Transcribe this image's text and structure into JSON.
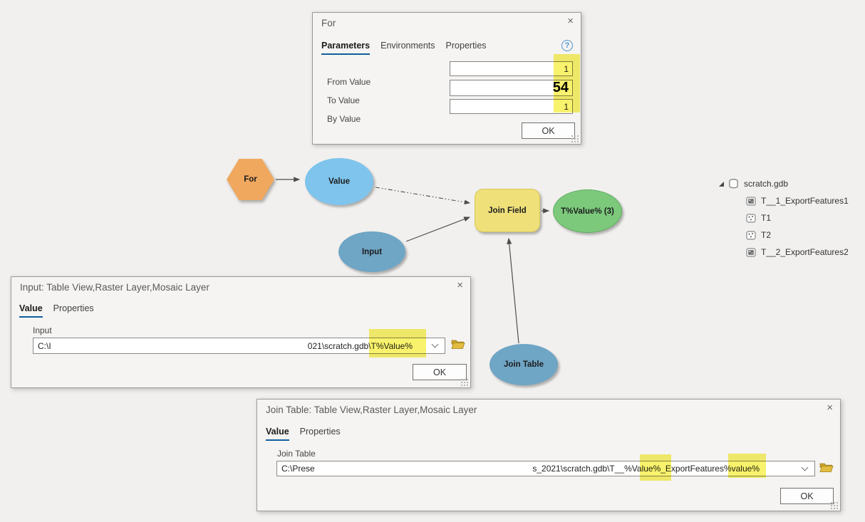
{
  "for_dialog": {
    "title": "For",
    "close_icon": "×",
    "help_icon": "?",
    "tabs": [
      "Parameters",
      "Environments",
      "Properties"
    ],
    "active_tab": "Parameters",
    "fields": [
      {
        "label": "From Value",
        "value": "1"
      },
      {
        "label": "To Value",
        "value": "54"
      },
      {
        "label": "By Value",
        "value": "1"
      }
    ],
    "ok_label": "OK"
  },
  "input_dialog": {
    "title": "Input: Table View,Raster Layer,Mosaic Layer",
    "close_icon": "×",
    "tabs": [
      "Value",
      "Properties"
    ],
    "active_tab": "Value",
    "field_label": "Input",
    "path_left": "C:\\I",
    "path_right": "021\\scratch.gdb\\T%Value%",
    "ok_label": "OK"
  },
  "join_dialog": {
    "title": "Join Table: Table View,Raster Layer,Mosaic Layer",
    "close_icon": "×",
    "tabs": [
      "Value",
      "Properties"
    ],
    "active_tab": "Value",
    "field_label": "Join Table",
    "path_left": "C:\\Prese",
    "path_right": "s_2021\\scratch.gdb\\T__%Value%_ExportFeatures%value%",
    "ok_label": "OK"
  },
  "model": {
    "nodes": [
      {
        "id": "for-iterator",
        "label": "For",
        "type": "iterator",
        "color": "#F0A85F"
      },
      {
        "id": "value-var",
        "label": "Value",
        "type": "variable",
        "color": "#7EC4EC"
      },
      {
        "id": "input-var",
        "label": "Input",
        "type": "data-variable",
        "color": "#6FA5C5"
      },
      {
        "id": "join-field",
        "label": "Join Field",
        "type": "tool",
        "color": "#EFE07A"
      },
      {
        "id": "output-var",
        "label": "T%Value% (3)",
        "type": "output",
        "color": "#7CC97C"
      },
      {
        "id": "join-table",
        "label": "Join Table",
        "type": "data-variable",
        "color": "#6FA5C5"
      }
    ]
  },
  "catalog": {
    "root": "scratch.gdb",
    "items": [
      {
        "label": "T__1_ExportFeatures1",
        "icon": "table-icon"
      },
      {
        "label": "T1",
        "icon": "point-feature-class-icon"
      },
      {
        "label": "T2",
        "icon": "point-feature-class-icon"
      },
      {
        "label": "T__2_ExportFeatures2",
        "icon": "table-icon"
      }
    ]
  },
  "colors": {
    "highlight": "#F6EE43",
    "tab_underline": "#0E5E9E",
    "iterator_orange": "#F0A85F",
    "variable_blue": "#7EC4EC",
    "data_blue": "#6FA5C5",
    "tool_yellow": "#EFE07A",
    "output_green": "#7CC97C"
  }
}
